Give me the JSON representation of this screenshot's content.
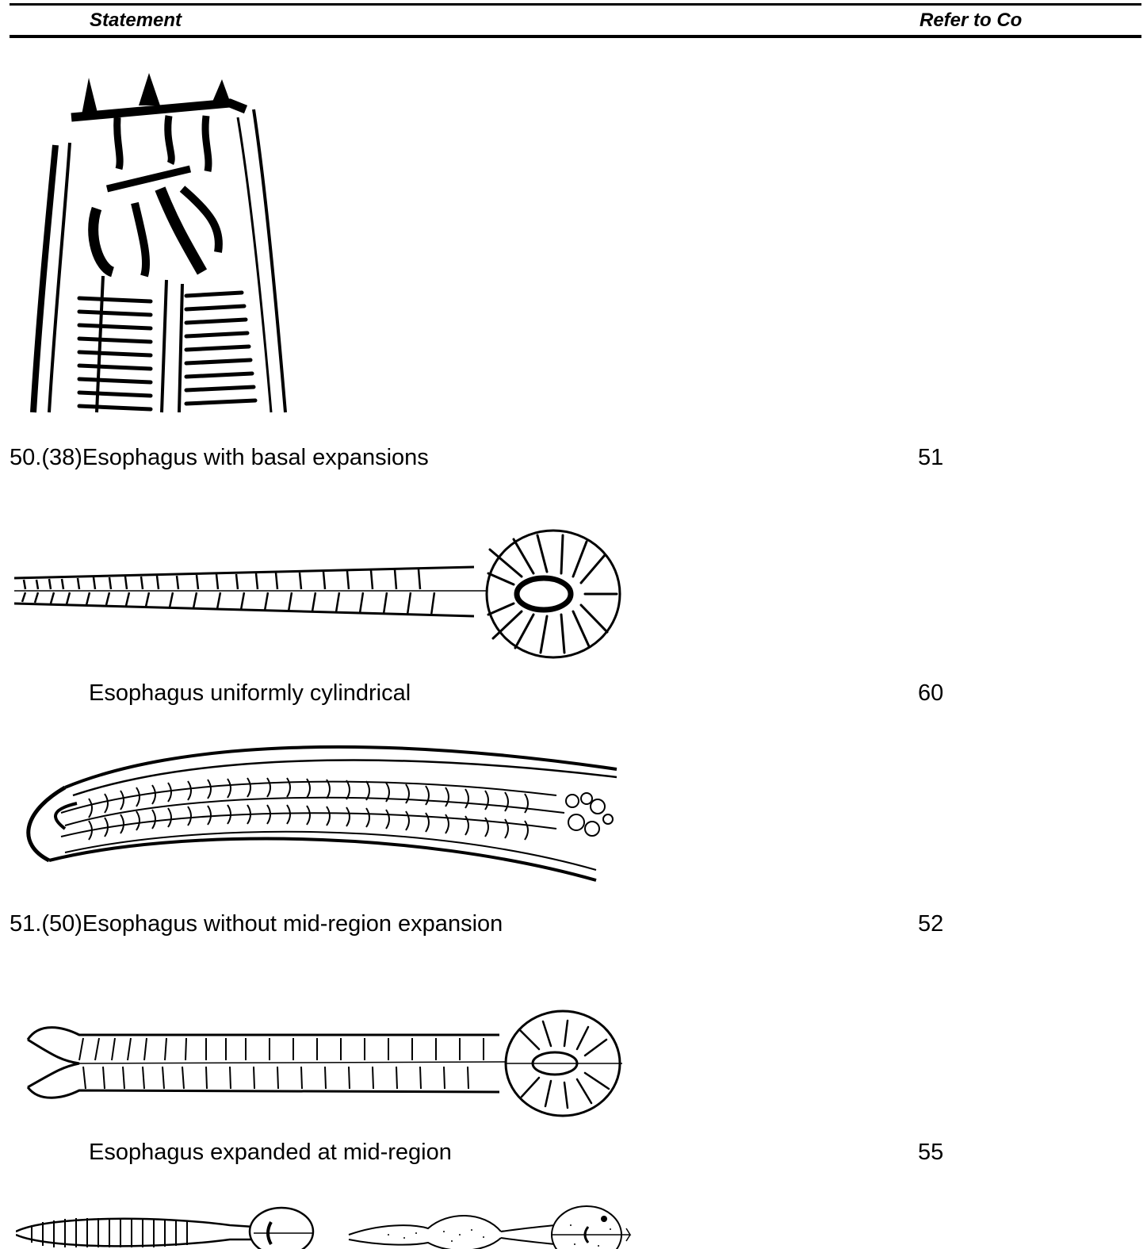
{
  "header": {
    "statement_label": "Statement",
    "refer_label": "Refer to Co"
  },
  "couplets": [
    {
      "statement": "50.(38)Esophagus with basal expansions",
      "refer": "51",
      "figure_icon": "nematode-head-illustration",
      "second_figure_icon": "esophagus-basal-bulb-illustration"
    },
    {
      "statement": "Esophagus uniformly cylindrical",
      "refer": "60",
      "figure_icon": "cylindrical-esophagus-illustration"
    },
    {
      "statement": "51.(50)Esophagus without mid-region expansion",
      "refer": "52",
      "figure_icon": "esophagus-no-midbulb-illustration"
    },
    {
      "statement": "Esophagus expanded at mid-region",
      "refer": "55",
      "figure_icon": "esophagus-midbulb-illustration"
    }
  ]
}
